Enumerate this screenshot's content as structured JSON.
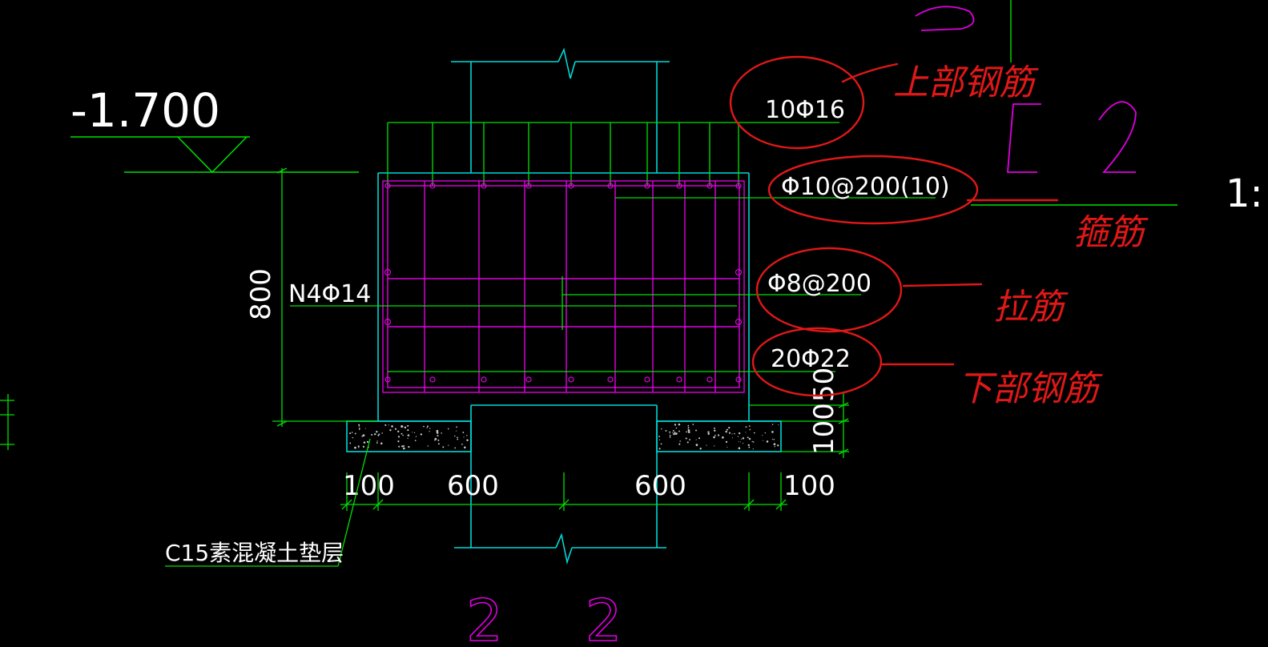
{
  "drawing": {
    "elevation_label": "-1.700",
    "section_mark_top_right": "2",
    "section_mark_bottom": "2 2",
    "scale_prefix": "1:",
    "colors": {
      "background": "#000000",
      "structure": "#00d8d8",
      "dimension": "#00e000",
      "rebar": "#e000e0",
      "text": "#ffffff",
      "hand_markup": "#e01818"
    }
  },
  "rebar_labels": {
    "top_bars": "10Φ16",
    "stirrups": "Φ10@200(10)",
    "tie_bars": "Φ8@200",
    "bottom_bars": "20Φ22",
    "side_bars": "N4Φ14"
  },
  "dimensions": {
    "height": "800",
    "cover_bottom": "50",
    "pad_thickness": "100",
    "left_ext": "100",
    "left_half": "600",
    "right_half": "600",
    "right_ext": "100"
  },
  "notes": {
    "pad_material": "C15素混凝土垫层"
  },
  "annotations": {
    "top_steel": "上部钢筋",
    "stirrup": "箍筋",
    "tie": "拉筋",
    "bottom_steel": "下部钢筋"
  }
}
